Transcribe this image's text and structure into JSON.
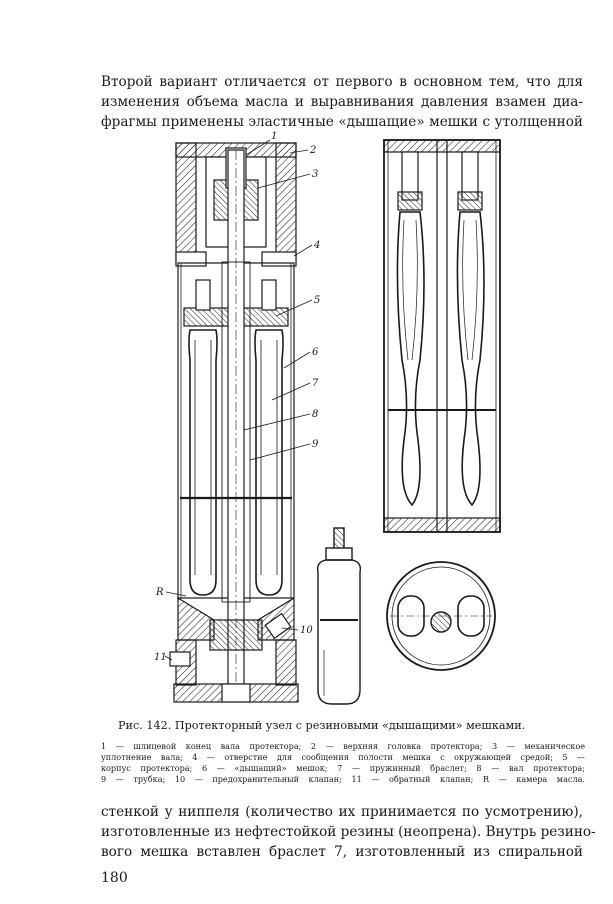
{
  "page": {
    "top_text_lines": [
      "Второй вариант отличается от первого в основном тем, что для",
      "изменения объема масла и выравнивания давления взамен диа-",
      "фрагмы применены эластичные «дышащие» мешки с утолщенной"
    ],
    "figure": {
      "caption": "Рис. 142. Протекторный узел с резиновыми «дышащими» мешками.",
      "callouts": [
        "1",
        "2",
        "3",
        "4",
        "5",
        "6",
        "7",
        "8",
        "9",
        "10",
        "11",
        "R"
      ],
      "legend_lines": [
        "1 — шлицевой конец вала протектора; 2 — верхняя головка протектора; 3 — механическое",
        "уплотнение вала; 4 — отверстие для сообщения полости мешка с окружающей средой; 5 —",
        "корпус протектора; 6 — «дышащий» мешок; 7 — пружинный браслет; 8 — вал протектора;",
        "9 — трубка; 10 — предохранительный клапан; 11 — обратный клапан; R — камера масла."
      ]
    },
    "bottom_text_lines": [
      "стенкой у ниппеля (количество их принимается по усмотрению),",
      "изготовленные из нефтестойкой резины (неопрена). Внутрь резино-",
      "вого мешка вставлен браслет 7, изготовленный из спиральной"
    ],
    "page_number": "180"
  }
}
